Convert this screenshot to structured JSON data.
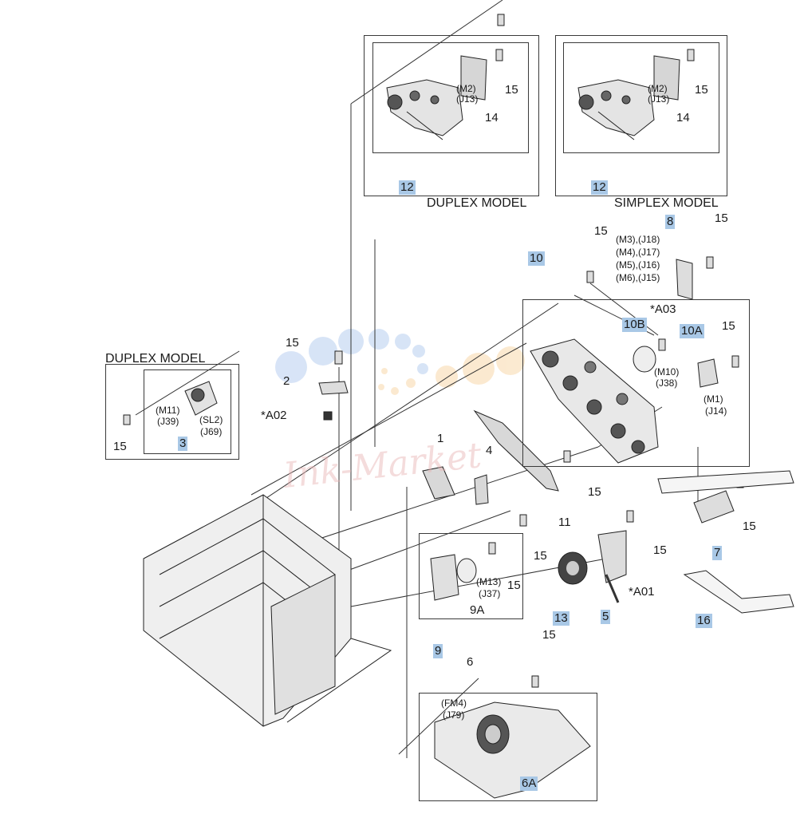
{
  "labels": {
    "duplex_model": "DUPLEX MODEL",
    "simplex_model": "SIMPLEX MODEL",
    "duplex_model_left": "DUPLEX MODEL",
    "n1": "1",
    "n2": "2",
    "n3": "3",
    "n4": "4",
    "n5": "5",
    "n6": "6",
    "n6a": "6A",
    "n7": "7",
    "n8": "8",
    "n9": "9",
    "n9a": "9A",
    "n10": "10",
    "n10a": "10A",
    "n10b": "10B",
    "n11": "11",
    "n12a": "12",
    "n12b": "12",
    "n13": "13",
    "n14a": "14",
    "n14b": "14",
    "n16": "16",
    "n15": "15",
    "a01": "*A01",
    "a02": "*A02",
    "a03": "*A03",
    "m2_j13": "(M2)\n(J13)",
    "m3_j18": "(M3),(J18)",
    "m4_j17": "(M4),(J17)",
    "m5_j16": "(M5),(J16)",
    "m6_j15": "(M6),(J15)",
    "m10": "(M10)",
    "j38": "(J38)",
    "m1": "(M1)",
    "j14": "(J14)",
    "m11": "(M11)",
    "j39": "(J39)",
    "sl2": "(SL2)",
    "j69": "(J69)",
    "m13": "(M13)",
    "j37": "(J37)",
    "fm4": "(FM4)",
    "j79": "(J79)"
  },
  "watermark": "Ink-Market",
  "colors": {
    "callout_highlight": "#a9c8e6",
    "line": "#333333"
  }
}
